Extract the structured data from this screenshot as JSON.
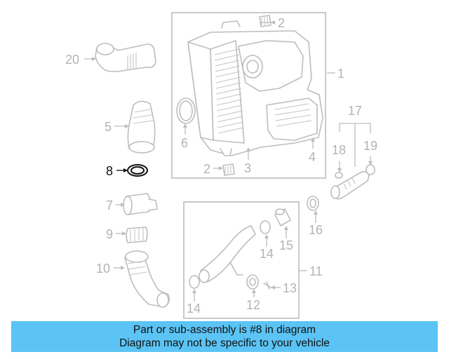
{
  "diagram": {
    "callouts": [
      {
        "id": "c1",
        "text": "1",
        "highlight": false
      },
      {
        "id": "c2a",
        "text": "2",
        "highlight": false
      },
      {
        "id": "c2b",
        "text": "2",
        "highlight": false
      },
      {
        "id": "c3",
        "text": "3",
        "highlight": false
      },
      {
        "id": "c4",
        "text": "4",
        "highlight": false
      },
      {
        "id": "c5",
        "text": "5",
        "highlight": false
      },
      {
        "id": "c6",
        "text": "6",
        "highlight": false
      },
      {
        "id": "c7",
        "text": "7",
        "highlight": false
      },
      {
        "id": "c8",
        "text": "8",
        "highlight": true
      },
      {
        "id": "c9",
        "text": "9",
        "highlight": false
      },
      {
        "id": "c10",
        "text": "10",
        "highlight": false
      },
      {
        "id": "c11",
        "text": "11",
        "highlight": false
      },
      {
        "id": "c12",
        "text": "12",
        "highlight": false
      },
      {
        "id": "c13",
        "text": "13",
        "highlight": false
      },
      {
        "id": "c14a",
        "text": "14",
        "highlight": false
      },
      {
        "id": "c14b",
        "text": "14",
        "highlight": false
      },
      {
        "id": "c15",
        "text": "15",
        "highlight": false
      },
      {
        "id": "c16",
        "text": "16",
        "highlight": false
      },
      {
        "id": "c17",
        "text": "17",
        "highlight": false
      },
      {
        "id": "c18",
        "text": "18",
        "highlight": false
      },
      {
        "id": "c19",
        "text": "19",
        "highlight": false
      },
      {
        "id": "c20",
        "text": "20",
        "highlight": false
      }
    ],
    "highlight_color": "#111111",
    "line_color": "#bdbdbd"
  },
  "banner": {
    "line1": "Part or sub-assembly is #8 in diagram",
    "line2": "Diagram may not be specific to your vehicle",
    "background": "#5bc4f5"
  }
}
